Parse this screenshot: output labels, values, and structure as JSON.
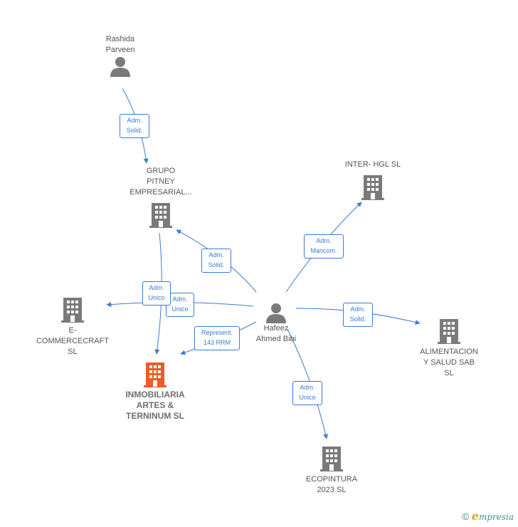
{
  "people": {
    "rashida": {
      "name": "Rashida\nParveen"
    },
    "hafeez": {
      "name": "Hafeez\nAhmed Bibi"
    }
  },
  "companies": {
    "grupo": {
      "name": "GRUPO\nPITNEY\nEMPRESARIAL..."
    },
    "inter": {
      "name": "INTER- HGL  SL"
    },
    "ecommerce": {
      "name": "E-\nCOMMERCECRAFT\nSL"
    },
    "inmobiliaria": {
      "name": "INMOBILIARIA\nARTES &\nTERNINUM  SL"
    },
    "alimentacion": {
      "name": "ALIMENTACION\nY SALUD SAB\nSL"
    },
    "ecopintura": {
      "name": "ECOPINTURA\n2023  SL"
    }
  },
  "edges": {
    "rashida_grupo": "Adm.\nSolid.",
    "hafeez_grupo": "Adm.\nSolid.",
    "hafeez_inter": "Adm.\nMancom.",
    "grupo_inmobiliaria": "Adm.\nUnico",
    "hafeez_ecommerce": "Adm.\nUnico",
    "hafeez_inmobiliaria": "Represent.\n143 RRM",
    "hafeez_alimentacion": "Adm.\nSolid.",
    "hafeez_ecopintura": "Adm.\nUnico"
  },
  "colors": {
    "edge": "#3a7bd5",
    "icon": "#7a7a7a",
    "focus_icon": "#f05a28"
  },
  "icons": {
    "person": "person-icon",
    "company": "building-icon"
  },
  "credit": {
    "symbol": "©",
    "brand_initial": "e",
    "brand_rest": "mpresia"
  }
}
